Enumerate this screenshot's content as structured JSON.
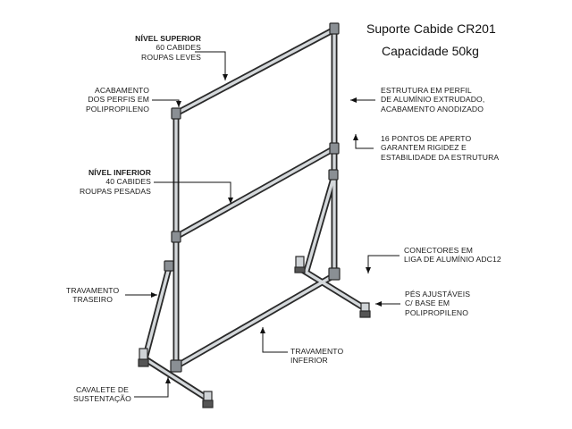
{
  "title": {
    "line1": "Suporte Cabide CR201",
    "line2": "Capacidade 50kg"
  },
  "callouts": {
    "upper_level": {
      "heading": "NÍVEL SUPERIOR",
      "line1": "60 CABIDES",
      "line2": "ROUPAS LEVES"
    },
    "finish": {
      "line1": "ACABAMENTO",
      "line2": "DOS PERFIS EM",
      "line3": "POLIPROPILENO"
    },
    "lower_level": {
      "heading": "NÍVEL INFERIOR",
      "line1": "40 CABIDES",
      "line2": "ROUPAS PESADAS"
    },
    "rear_brace": {
      "line1": "TRAVAMENTO",
      "line2": "TRASEIRO"
    },
    "base_stand": {
      "line1": "CAVALETE DE",
      "line2": "SUSTENTAÇÃO"
    },
    "structure": {
      "line1": "ESTRUTURA EM PERFIL",
      "line2": "DE ALUMÍNIO EXTRUDADO,",
      "line3": "ACABAMENTO ANODIZADO"
    },
    "clamp_points": {
      "line1": "16 PONTOS DE APERTO",
      "line2": "GARANTEM RIGIDEZ E",
      "line3": "ESTABILIDADE DA ESTRUTURA"
    },
    "connectors": {
      "line1": "CONECTORES EM",
      "line2": "LIGA DE ALUMÍNIO ADC12"
    },
    "feet": {
      "line1": "PÉS AJUSTÁVEIS",
      "line2": "C/ BASE EM",
      "line3": "POLIPROPILENO"
    },
    "bottom_brace": {
      "line1": "TRAVAMENTO",
      "line2": "INFERIOR"
    }
  },
  "colors": {
    "tube_outline": "#2a2a2a",
    "tube_fill": "#cfd3d6",
    "connector_fill": "#8a8f94",
    "label_text": "#1a1a1a"
  }
}
